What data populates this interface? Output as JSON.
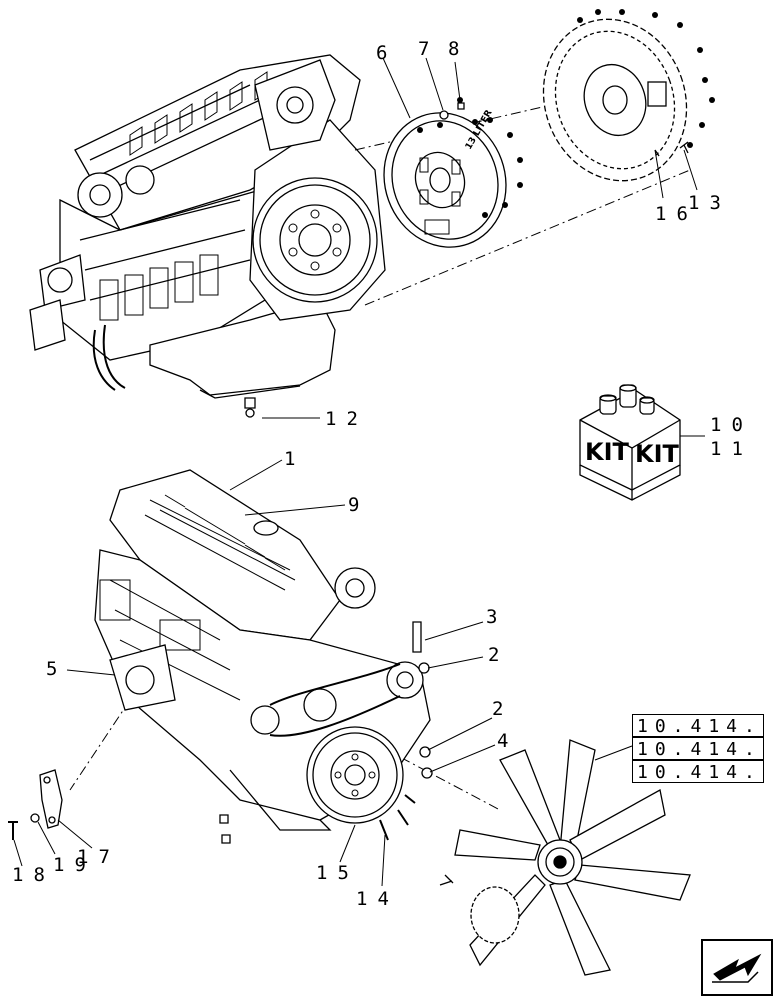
{
  "callouts": {
    "c1": "1",
    "c2a": "2",
    "c2b": "2",
    "c3": "3",
    "c4": "4",
    "c5": "5",
    "c6": "6",
    "c7": "7",
    "c8": "8",
    "c9": "9",
    "c10": "10",
    "c11": "11",
    "c12": "12",
    "c13": "13",
    "c14": "14",
    "c15": "15",
    "c16": "16",
    "c17": "17",
    "c18": "18",
    "c19": "19"
  },
  "kit": {
    "left_label": "KIT",
    "right_label": "KIT"
  },
  "flywheel_housing_label": "13 LITER",
  "references": [
    "10.414.",
    "10.414.",
    "10.414."
  ],
  "nav": {
    "icon": "arrow-left-down-icon"
  }
}
